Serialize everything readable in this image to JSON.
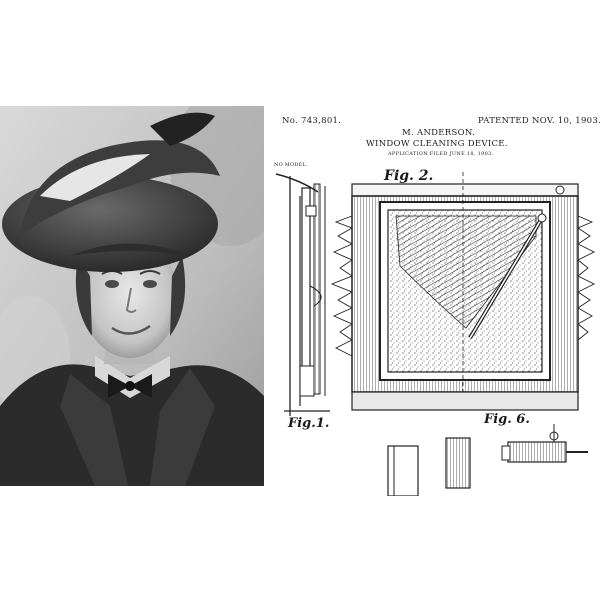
{
  "patent": {
    "number": "No. 743,801.",
    "patented": "PATENTED NOV. 10, 1903.",
    "inventor": "M. ANDERSON.",
    "title": "WINDOW CLEANING DEVICE.",
    "filed": "APPLICATION FILED JUNE 18, 1903.",
    "model": "NO MODEL.",
    "figures": {
      "fig1": "Fig.1.",
      "fig2": "Fig. 2.",
      "fig6": "Fig. 6."
    }
  }
}
